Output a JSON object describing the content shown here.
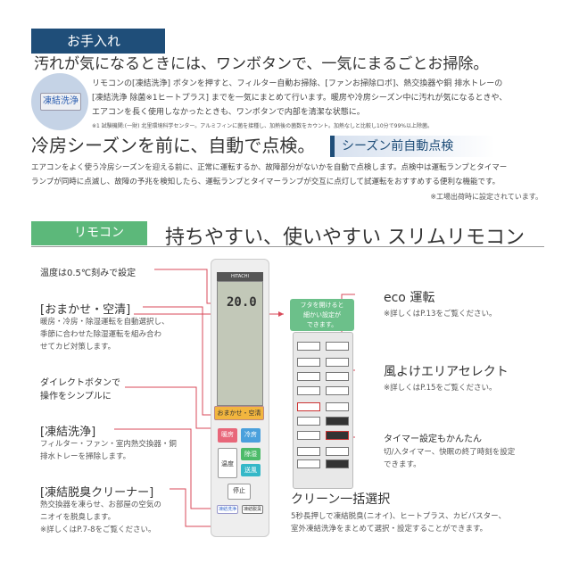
{
  "care": {
    "band": "お手入れ",
    "headline": "汚れが気になるときには、ワンボタンで、一気にまるごとお掃除。",
    "button_label": "凍結洗浄",
    "body": [
      "リモコンの[凍結洗浄] ボタンを押すと、フィルター自動お掃除、[ファンお掃除ロボ]、熱交換器や銅 排水トレーの",
      "[凍結洗浄 除菌※1ヒートプラス] までを一気にまとめて行います。暖房や冷房シーズン中に汚れが気になるときや、",
      "エアコンを長く使用しなかったときも、ワンボタンで内部を清潔な状態に。"
    ],
    "footnote": "※1 試験機関:(一財) 北里環境科学センター。アルミフィンに菌を接種し、加熱後の菌数をカウント。加熱なしと比較し10分で99%以上除菌。"
  },
  "check": {
    "headline": "冷房シーズンを前に、自動で点検。",
    "tag": "シーズン前自動点検",
    "body": [
      "エアコンをよく使う冷房シーズンを迎える前に、正常に運転するか、故障部分がないかを自動で点検します。点検中は運転ランプとタイマー",
      "ランプが同時に点滅し、故障の予兆を検知したら、運転ランプとタイマーランプが交互に点灯して試運転をおすすめする便利な機能です。"
    ],
    "note": "※工場出荷時に設定されています。"
  },
  "remote": {
    "tab": "リモコン",
    "title": "持ちやすい、使いやすい スリムリモコン",
    "left": [
      {
        "title": "温度は0.5℃刻みで設定"
      },
      {
        "title": "[おまかせ・空清]",
        "desc": [
          "暖房・冷房・除湿運転を自動選択し、",
          "季節に合わせた除湿運転を組み合わ",
          "せてカビ対策します。"
        ]
      },
      {
        "title": "ダイレクトボタンで",
        "title2": "操作をシンプルに"
      },
      {
        "title": "[凍結洗浄]",
        "desc": [
          "フィルター・ファン・室内熱交換器・銅",
          "排水トレーを掃除します。"
        ]
      },
      {
        "title": "[凍結脱臭クリーナー]",
        "desc": [
          "熱交換器を凍らせ、お部屋の空気の",
          "ニオイを脱臭します。",
          "※詳しくはP.7-8をご覧ください。"
        ]
      }
    ],
    "right": [
      {
        "title": "eco 運転",
        "desc": "※詳しくはP.13をご覧ください。"
      },
      {
        "title": "風よけエリアセレクト",
        "desc": "※詳しくはP.15をご覧ください。"
      },
      {
        "title": "タイマー設定もかんたん",
        "desc": [
          "切/入タイマー、快眠の終了時刻を設定",
          "できます。"
        ]
      }
    ],
    "bottom": {
      "title": "クリーン一括選択",
      "desc": [
        "5秒長押しで凍結脱臭(ニオイ)、ヒートプラス、カビバスター、",
        "室外凍結洗浄をまとめて選択・設定することができます。"
      ]
    },
    "bubble": [
      "フタを開けると",
      "細かい設定が",
      "できます。"
    ],
    "device": {
      "brand": "HITACHI",
      "temp": "20.0",
      "omakase": "おまかせ・空清",
      "heat": "暖房",
      "cool": "冷房",
      "dry": "除湿",
      "fan": "送風",
      "temp_label": "温度",
      "stop": "停止",
      "freeze_clean": "凍結洗浄",
      "deodor": "凍結脱臭"
    }
  },
  "colors": {
    "navy": "#1f4e79",
    "green": "#5cb87a",
    "line": "#d94a5a"
  }
}
